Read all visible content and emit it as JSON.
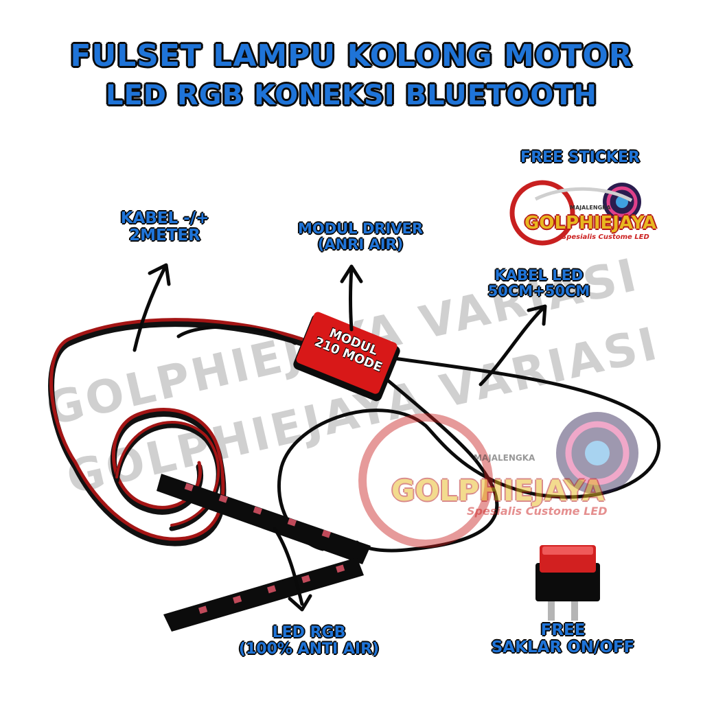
{
  "title_line1": "FULSET LAMPU KOLONG MOTOR",
  "title_line2": "LED RGB KONEKSI BLUETOOTH",
  "labels": {
    "kabel_power": [
      "KABEL -/+",
      "2METER"
    ],
    "modul_driver": [
      "MODUL DRIVER",
      "(ANRI AIR)"
    ],
    "kabel_led": [
      "KABEL LED",
      "50CM+50CM"
    ],
    "free_sticker": "FREE STICKER",
    "led_rgb": [
      "LED RGB",
      "(100% ANTI AIR)"
    ],
    "saklar": [
      "FREE",
      "SAKLAR ON/OFF"
    ]
  },
  "module_box": [
    "MODUL",
    "210 MODE"
  ],
  "logo": {
    "name": "GOLPHIEJAYA",
    "tagline": "Spesialis Custome LED",
    "town": "MAJALENGKA"
  },
  "watermarks": [
    "GOLPHIEJAYA VARIASI",
    "GOLPHIEJAYA VARIASI"
  ],
  "colors": {
    "title_blue": "#1f74d8",
    "outline": "#0a0a0a",
    "module_red": "#d81818",
    "wire_red": "#a41515",
    "switch_red": "#d22020"
  }
}
